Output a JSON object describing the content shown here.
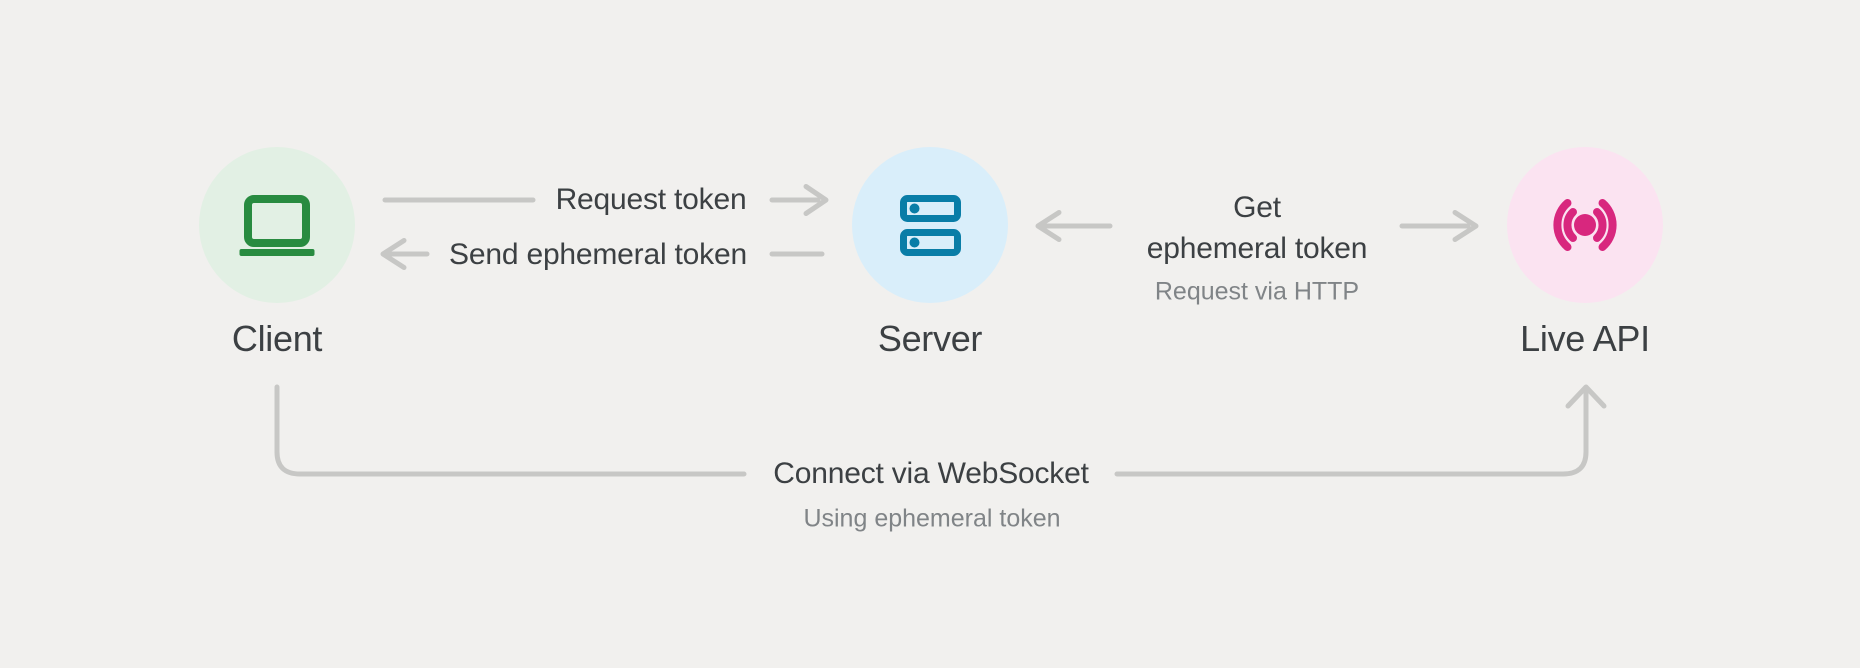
{
  "diagram": {
    "background_color": "#f1f0ee",
    "arrow_color": "#c7c7c5",
    "text_primary_color": "#3c4043",
    "text_secondary_color": "#808487",
    "nodes": [
      {
        "id": "client",
        "label": "Client",
        "icon": "laptop-icon",
        "icon_color": "#288b40",
        "circle_color": "#e2f0e4"
      },
      {
        "id": "server",
        "label": "Server",
        "icon": "server-icon",
        "icon_color": "#097da7",
        "circle_color": "#d9eefa"
      },
      {
        "id": "live_api",
        "label": "Live API",
        "icon": "broadcast-icon",
        "icon_color": "#d8277e",
        "circle_color": "#fbe3f1"
      }
    ],
    "edges": [
      {
        "id": "request_token",
        "from": "Client",
        "to": "Server",
        "label": "Request token"
      },
      {
        "id": "send_ephemeral_token",
        "from": "Server",
        "to": "Client",
        "label": "Send ephemeral token"
      },
      {
        "id": "get_ephemeral_token",
        "from": "Server",
        "to": "Live API",
        "label_lines": [
          "Get",
          "ephemeral token"
        ],
        "sublabel": "Request via HTTP"
      },
      {
        "id": "connect_websocket",
        "from": "Client",
        "to": "Live API",
        "label": "Connect via WebSocket",
        "sublabel": "Using ephemeral token"
      }
    ]
  }
}
